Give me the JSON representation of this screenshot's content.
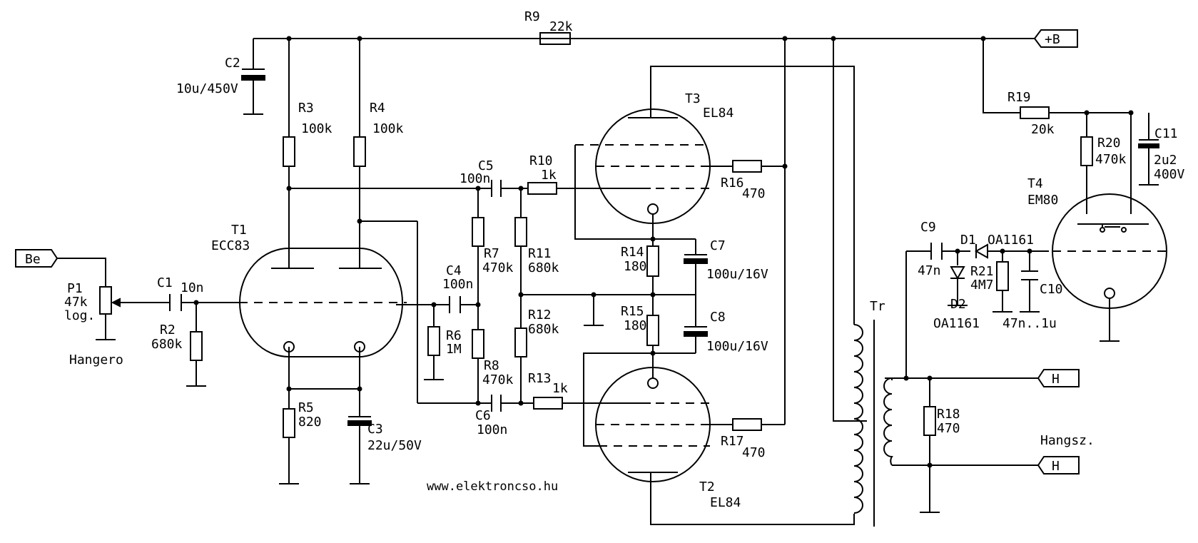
{
  "components": {
    "R9": {
      "name": "R9",
      "value": "22k"
    },
    "C2": {
      "name": "C2",
      "value": "10u/450V"
    },
    "R3": {
      "name": "R3",
      "value": "100k"
    },
    "R4": {
      "name": "R4",
      "value": "100k"
    },
    "T1": {
      "name": "T1",
      "value": "ECC83"
    },
    "P1": {
      "name": "P1",
      "value": "47k",
      "extra": "log."
    },
    "C1": {
      "name": "C1",
      "value": "10n"
    },
    "R2": {
      "name": "R2",
      "value": "680k"
    },
    "R5": {
      "name": "R5",
      "value": "820"
    },
    "C3": {
      "name": "C3",
      "value": "22u/50V"
    },
    "C5": {
      "name": "C5",
      "value": "100n"
    },
    "C4": {
      "name": "C4",
      "value": "100n"
    },
    "R6": {
      "name": "R6",
      "value": "1M"
    },
    "R7": {
      "name": "R7",
      "value": "470k"
    },
    "R8": {
      "name": "R8",
      "value": "470k"
    },
    "C6": {
      "name": "C6",
      "value": "100n"
    },
    "R10": {
      "name": "R10",
      "value": "1k"
    },
    "R11": {
      "name": "R11",
      "value": "680k"
    },
    "R12": {
      "name": "R12",
      "value": "680k"
    },
    "R13": {
      "name": "R13",
      "value": "1k"
    },
    "T3": {
      "name": "T3",
      "value": "EL84"
    },
    "T2": {
      "name": "T2",
      "value": "EL84"
    },
    "R16": {
      "name": "R16",
      "value": "470"
    },
    "R17": {
      "name": "R17",
      "value": "470"
    },
    "R14": {
      "name": "R14",
      "value": "180"
    },
    "R15": {
      "name": "R15",
      "value": "180"
    },
    "C7": {
      "name": "C7",
      "value": "100u/16V"
    },
    "C8": {
      "name": "C8",
      "value": "100u/16V"
    },
    "Tr": {
      "name": "Tr"
    },
    "R19": {
      "name": "R19",
      "value": "20k"
    },
    "R20": {
      "name": "R20",
      "value": "470k"
    },
    "C11": {
      "name": "C11",
      "value": "2u2",
      "extra": "400V"
    },
    "T4": {
      "name": "T4",
      "value": "EM80"
    },
    "C9": {
      "name": "C9",
      "value": "47n"
    },
    "D1": {
      "name": "D1",
      "value": "OA1161"
    },
    "D2": {
      "name": "D2",
      "value": "OA1161"
    },
    "R21": {
      "name": "R21",
      "value": "4M7"
    },
    "C10": {
      "name": "C10",
      "value": "47n..1u"
    },
    "R18": {
      "name": "R18",
      "value": "470"
    }
  },
  "terminals": {
    "input": "Be",
    "supply": "+B",
    "speaker_a": "H",
    "speaker_b": "H"
  },
  "labels": {
    "volume": "Hangero",
    "speaker": "Hangsz.",
    "website": "www.elektroncso.hu"
  }
}
